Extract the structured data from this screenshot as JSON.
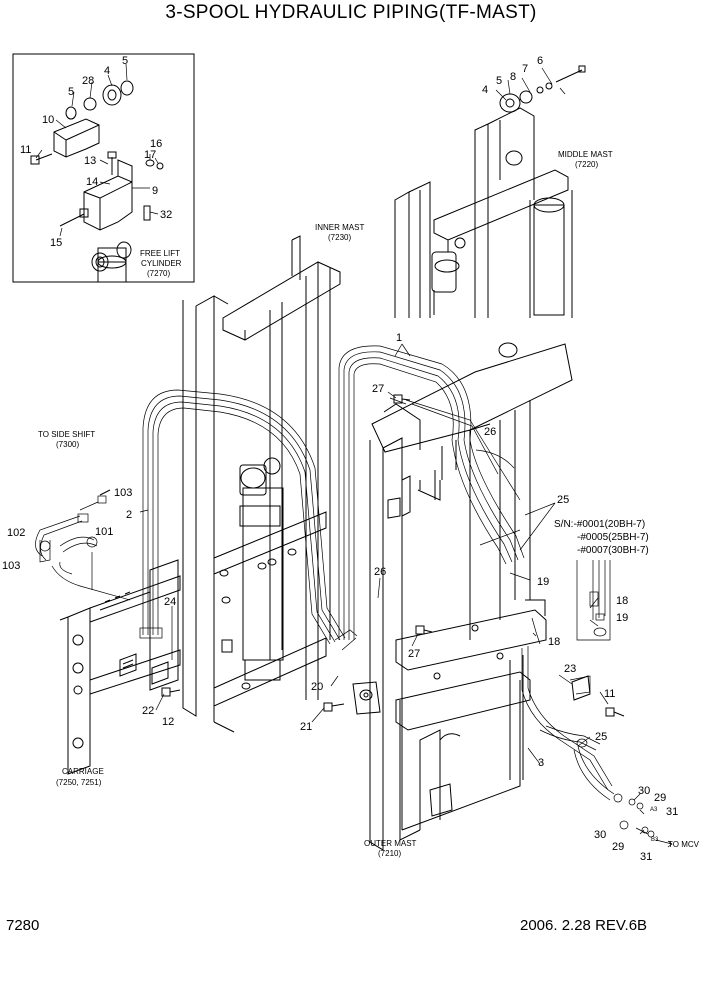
{
  "title": "3-SPOOL HYDRAULIC PIPING(TF-MAST)",
  "page_number": "7280",
  "revision": "2006. 2.28  REV.6B",
  "assemblies": {
    "free_lift_cylinder": [
      "FREE LIFT",
      "CYLINDER",
      "(7270)"
    ],
    "middle_mast": [
      "MIDDLE MAST",
      "(7220)"
    ],
    "inner_mast": [
      "INNER MAST",
      "(7230)"
    ],
    "to_side_shift": [
      "TO SIDE SHIFT",
      "(7300)"
    ],
    "carriage": [
      "CARRIAGE",
      "(7250, 7251)"
    ],
    "outer_mast": [
      "OUTER MAST",
      "(7210)"
    ],
    "to_mcv": "TO MCV",
    "serial_notes": [
      "S/N:-#0001(20BH-7)",
      "-#0005(25BH-7)",
      "-#0007(30BH-7)"
    ]
  },
  "callouts": {
    "c_5a": "5",
    "c_4a": "4",
    "c_28": "28",
    "c_5b": "5",
    "c_10": "10",
    "c_11a": "11",
    "c_16": "16",
    "c_17": "17",
    "c_13": "13",
    "c_14": "14",
    "c_9": "9",
    "c_32": "32",
    "c_15": "15",
    "c_6": "6",
    "c_7": "7",
    "c_8": "8",
    "c_5c": "5",
    "c_4b": "4",
    "c_1": "1",
    "c_27a": "27",
    "c_26a": "26",
    "c_25a": "25",
    "c_2": "2",
    "c_103a": "103",
    "c_101": "101",
    "c_102": "102",
    "c_103b": "103",
    "c_24": "24",
    "c_26b": "26",
    "c_19a": "19",
    "c_18a": "18",
    "c_18b": "18",
    "c_19b": "19",
    "c_27b": "27",
    "c_23": "23",
    "c_20": "20",
    "c_21": "21",
    "c_22": "22",
    "c_12": "12",
    "c_11b": "11",
    "c_25b": "25",
    "c_3": "3",
    "c_30a": "30",
    "c_29a": "29",
    "c_31a": "31",
    "c_30b": "30",
    "c_29b": "29",
    "c_31b": "31",
    "c_a3": "A3",
    "c_b3": "B3"
  }
}
